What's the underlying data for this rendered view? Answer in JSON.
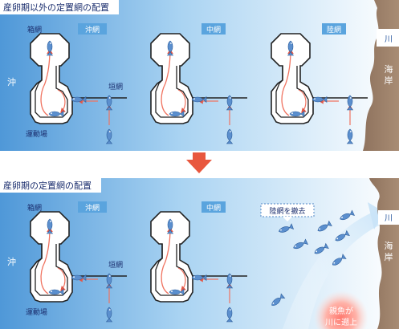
{
  "top": {
    "title": "産卵期以外の定置網の配置",
    "box_label": "箱網",
    "wall_label": "垣網",
    "sport_label": "運動場",
    "nets": [
      "沖網",
      "中網",
      "陸網"
    ],
    "offshore": "沖",
    "river": "川",
    "shore": "海岸"
  },
  "bottom": {
    "title": "産卵期の定置網の配置",
    "box_label": "箱網",
    "wall_label": "垣網",
    "sport_label": "運動場",
    "nets": [
      "沖網",
      "中網"
    ],
    "removed_label": "陸網を撤去",
    "offshore": "沖",
    "river": "川",
    "shore": "海岸",
    "parent_fish": "親魚が\n川に遡上"
  },
  "colors": {
    "sea_dark": "#4f98d8",
    "sea_light": "#ffffff",
    "land": "#9b7e68",
    "net_label_bg": "#5aa4de",
    "arrow": "#e25646",
    "path": "#f07360",
    "fish": "#4f85c4"
  },
  "icons": [
    "fish-icon",
    "down-arrow-icon",
    "river-current-arrow-icon"
  ]
}
